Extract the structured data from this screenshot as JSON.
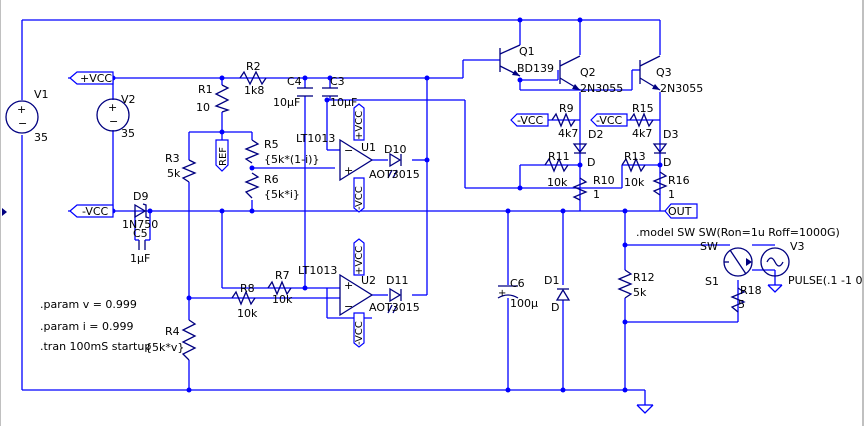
{
  "colors": {
    "wire": "#0000ff",
    "component": "#000080",
    "text": "#000000",
    "background": "#ffffff",
    "panel_border": "#c0c0c0"
  },
  "labels": {
    "v1_name": "V1",
    "v1_value": "35",
    "v2_name": "V2",
    "v2_value": "35",
    "pos_vcc": "+VCC",
    "neg_vcc": "-VCC",
    "r1_name": "R1",
    "r1_value": "10",
    "r2_name": "R2",
    "r2_value": "1k8",
    "c4_name": "C4",
    "c4_value": "10µF",
    "c3_name": "C3",
    "c3_value": "10µF",
    "q1_name": "Q1",
    "q1_model": "BD139",
    "q2_name": "Q2",
    "q2_model": "2N3055",
    "q3_name": "Q3",
    "q3_model": "2N3055",
    "r9_name": "R9",
    "r9_value": "4k7",
    "r15_name": "R15",
    "r15_value": "4k7",
    "d2_name": "D2",
    "d2_model": "D",
    "d3_name": "D3",
    "d3_model": "D",
    "neg_vcc_r9": "-VCC",
    "neg_vcc_r15": "-VCC",
    "r11_name": "R11",
    "r11_value": "10k",
    "r13_name": "R13",
    "r13_value": "10k",
    "r10_name": "R10",
    "r10_value": "1",
    "r16_name": "R16",
    "r16_value": "1",
    "out_flag": "OUT",
    "ref_flag": "REF",
    "r5_name": "R5",
    "r5_value": "{5k*(1-i)}",
    "r6_name": "R6",
    "r6_value": "{5k*i}",
    "r3_name": "R3",
    "r3_value": "5k",
    "u1_model": "LT1013",
    "u1_name": "U1",
    "u1_pos": "+VCC",
    "u1_neg": "-VCC",
    "d10_name": "D10",
    "d10_model": "AOT3015",
    "d9_name": "D9",
    "d9_model": "1N750",
    "c5_name": "C5",
    "c5_value": "1µF",
    "u2_model": "LT1013",
    "u2_name": "U2",
    "u2_pos": "+VCC",
    "u2_neg": "-VCC",
    "d11_name": "D11",
    "d11_model": "AOT3015",
    "r7_name": "R7",
    "r7_value": "10k",
    "r8_name": "R8",
    "r8_value": "10k",
    "r4_name": "R4",
    "r4_value": "{5k*v}",
    "c6_name": "C6",
    "c6_value": "100µ",
    "d1_name": "D1",
    "d1_model": "D",
    "r12_name": "R12",
    "r12_value": "5k",
    "model_directive": ".model SW SW(Ron=1u Roff=1000G)",
    "sw_name": "SW",
    "s1_name": "S1",
    "r18_name": "R18",
    "r18_value": "5",
    "v3_name": "V3",
    "v3_value": "PULSE(.1 -1 0",
    "param_v": ".param v = 0.999",
    "param_i": ".param i = 0.999",
    "tran": ".tran 100mS startup"
  }
}
